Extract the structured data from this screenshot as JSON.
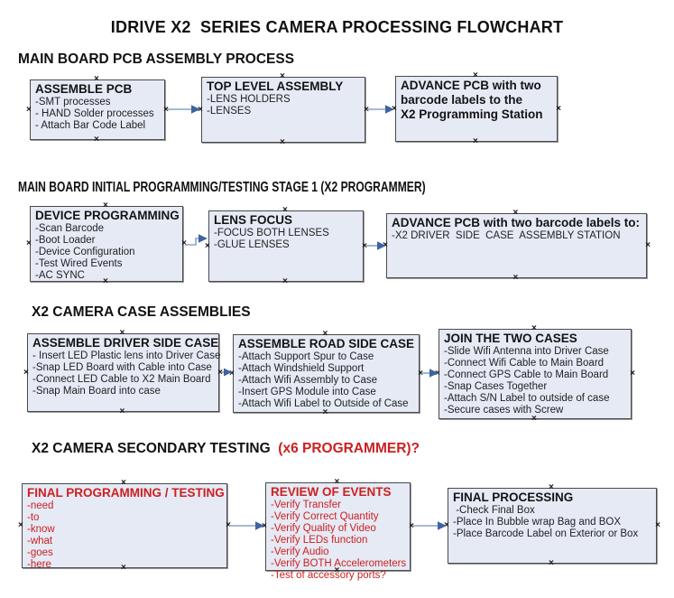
{
  "title": "IDRIVE X2  SERIES CAMERA PROCESSING FLOWCHART",
  "colors": {
    "box_fill": "#e5eaf5",
    "box_border": "#4a4a4a",
    "red_text": "#cc2020",
    "arrow_line": "#8ca3c4",
    "arrow_head": "#3f63a0"
  },
  "sections": [
    {
      "heading": "MAIN BOARD PCB ASSEMBLY PROCESS",
      "boxes": [
        {
          "title": "ASSEMBLE PCB",
          "items": [
            "-SMT processes",
            "- HAND Solder processes",
            "- Attach Bar Code Label"
          ]
        },
        {
          "title": "TOP LEVEL ASSEMBLY",
          "items": [
            "-LENS HOLDERS",
            "-LENSES"
          ]
        },
        {
          "title": "ADVANCE PCB with two\nbarcode labels to the\n X2 Programming Station",
          "items": []
        }
      ]
    },
    {
      "heading": "MAIN BOARD INITIAL PROGRAMMING/TESTING STAGE 1 (X2 PROGRAMMER)",
      "boxes": [
        {
          "title": "DEVICE PROGRAMMING",
          "items": [
            "-Scan Barcode",
            "-Boot Loader",
            "-Device Configuration",
            "-Test Wired Events",
            "-AC SYNC"
          ]
        },
        {
          "title": "LENS FOCUS",
          "items": [
            "-FOCUS BOTH LENSES",
            "-GLUE LENSES"
          ]
        },
        {
          "title": "ADVANCE PCB with two barcode labels to:",
          "items": [
            "-X2 DRIVER  SIDE  CASE  ASSEMBLY STATION"
          ]
        }
      ]
    },
    {
      "heading": "X2 CAMERA CASE ASSEMBLIES",
      "boxes": [
        {
          "title": "ASSEMBLE DRIVER SIDE CASE",
          "items": [
            "- Insert LED Plastic lens into Driver Case",
            "-Snap LED Board with Cable into Case",
            "-Connect LED Cable to X2 Main Board",
            "-Snap Main Board into case"
          ]
        },
        {
          "title": "ASSEMBLE ROAD SIDE CASE",
          "items": [
            "-Attach Support Spur to Case",
            "-Attach Windshield Support",
            "-Attach Wifi Assembly to Case",
            "-Insert GPS Module into Case",
            "-Attach Wifi Label to Outside of Case"
          ]
        },
        {
          "title": "JOIN THE TWO CASES",
          "items": [
            "-Slide Wifi Antenna into Driver Case",
            "-Connect Wifi Cable to Main Board",
            "-Connect GPS Cable to Main Board",
            "-Snap Cases Together",
            "-Attach S/N Label to outside of case",
            "-Secure cases with Screw"
          ]
        }
      ]
    },
    {
      "heading": "X2 CAMERA SECONDARY TESTING  ",
      "heading_red": "(x6 PROGRAMMER)?",
      "boxes": [
        {
          "title": "FINAL PROGRAMMING / TESTING",
          "items": [
            "-need",
            "-to",
            "-know",
            "-what",
            "-goes",
            "-here"
          ]
        },
        {
          "title": "REVIEW OF EVENTS",
          "items": [
            "-Verify Transfer",
            "-Verify Correct Quantity",
            "-Verify Quality of Video",
            "-Verify LEDs function",
            "-Verify Audio",
            "-Verify BOTH Accelerometers",
            "-Test of accessory ports?"
          ]
        },
        {
          "title": "FINAL PROCESSING",
          "items": [
            " -Check Final Box",
            "-Place In Bubble wrap Bag and BOX",
            "-Place Barcode Label on Exterior or Box"
          ]
        }
      ]
    }
  ]
}
